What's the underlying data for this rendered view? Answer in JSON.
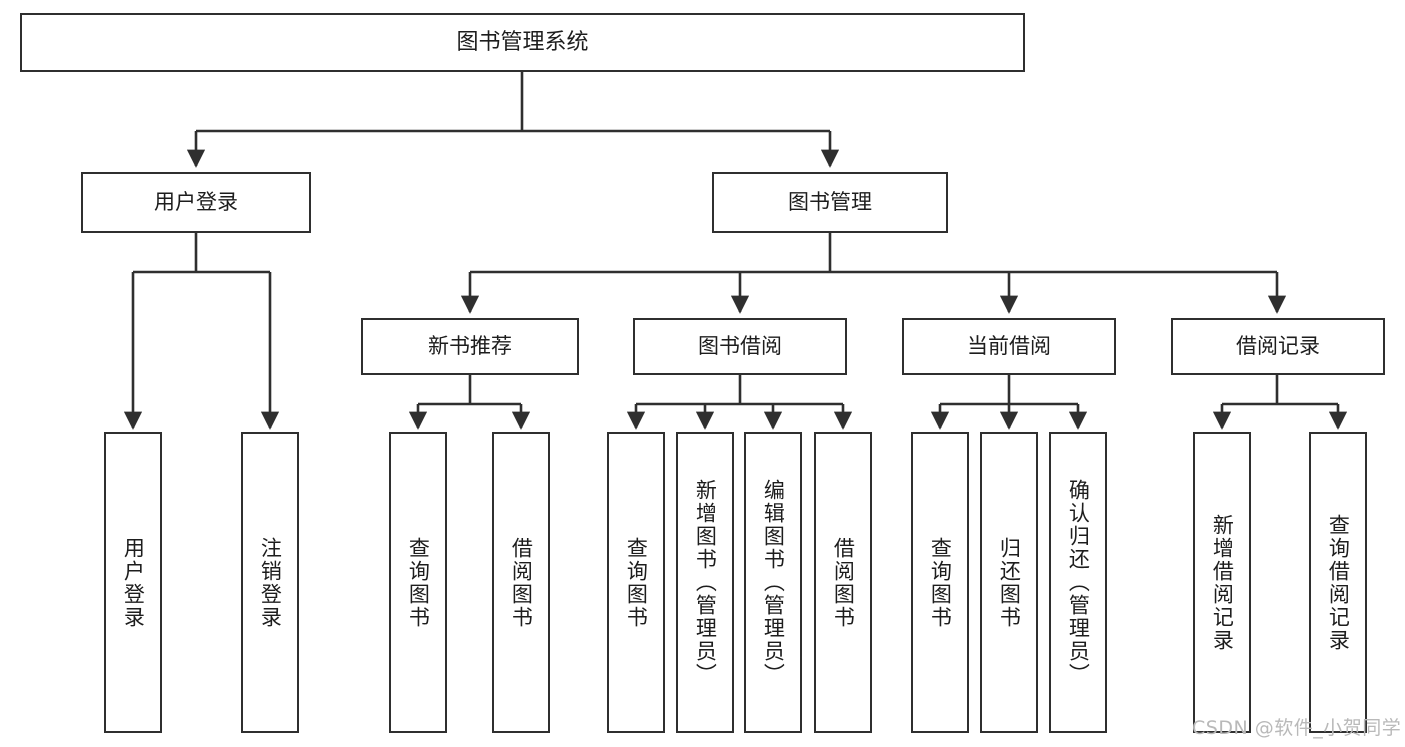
{
  "diagram": {
    "title": "图书管理系统",
    "type": "functional-structure-tree",
    "root": {
      "label": "图书管理系统"
    },
    "level1": [
      {
        "id": "user-login",
        "label": "用户登录"
      },
      {
        "id": "book-manage",
        "label": "图书管理"
      }
    ],
    "level2": [
      {
        "id": "new-book-recommend",
        "label": "新书推荐",
        "parent": "book-manage"
      },
      {
        "id": "book-borrow",
        "label": "图书借阅",
        "parent": "book-manage"
      },
      {
        "id": "current-borrow",
        "label": "当前借阅",
        "parent": "book-manage"
      },
      {
        "id": "borrow-record",
        "label": "借阅记录",
        "parent": "book-manage"
      }
    ],
    "leaves": [
      {
        "id": "leaf-user-login",
        "label": "用户登录",
        "parent": "user-login"
      },
      {
        "id": "leaf-user-logout",
        "label": "注销登录",
        "parent": "user-login"
      },
      {
        "id": "leaf-query-book-1",
        "label": "查询图书",
        "parent": "new-book-recommend"
      },
      {
        "id": "leaf-borrow-book-1",
        "label": "借阅图书",
        "parent": "new-book-recommend"
      },
      {
        "id": "leaf-query-book-2",
        "label": "查询图书",
        "parent": "book-borrow"
      },
      {
        "id": "leaf-add-book",
        "label": "新增图书（管理员）",
        "parent": "book-borrow"
      },
      {
        "id": "leaf-edit-book",
        "label": "编辑图书（管理员）",
        "parent": "book-borrow"
      },
      {
        "id": "leaf-borrow-book-2",
        "label": "借阅图书",
        "parent": "book-borrow"
      },
      {
        "id": "leaf-query-book-3",
        "label": "查询图书",
        "parent": "current-borrow"
      },
      {
        "id": "leaf-return-book",
        "label": "归还图书",
        "parent": "current-borrow"
      },
      {
        "id": "leaf-confirm-return",
        "label": "确认归还（管理员）",
        "parent": "current-borrow"
      },
      {
        "id": "leaf-add-record",
        "label": "新增借阅记录",
        "parent": "borrow-record"
      },
      {
        "id": "leaf-query-record",
        "label": "查询借阅记录",
        "parent": "borrow-record"
      }
    ],
    "watermark": "CSDN @软件_小贺同学",
    "colors": {
      "stroke": "#2f2f2f",
      "text": "#1d1d1d",
      "background": "#ffffff",
      "watermark": "#b9b9b9"
    }
  }
}
